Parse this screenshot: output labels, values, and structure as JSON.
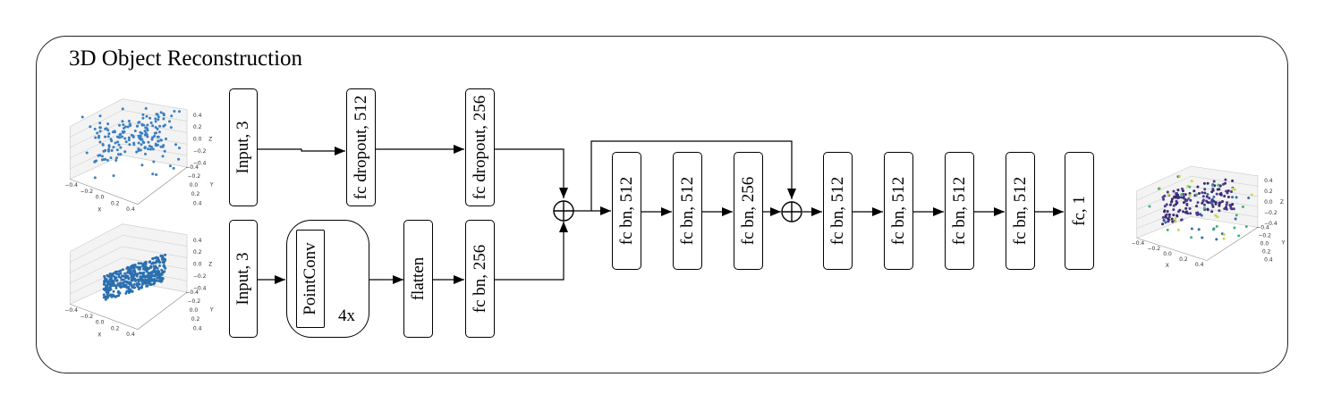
{
  "title": "3D Object Reconstruction",
  "blocks": {
    "input_top": "Input, 3",
    "fc_dropout_512": "fc dropout, 512",
    "fc_dropout_256": "fc dropout, 256",
    "input_bottom": "Input, 3",
    "pointconv": "PointConv",
    "pointconv_repeat": "4x",
    "flatten": "flatten",
    "fc_bn_256_branch": "fc bn, 256",
    "fc_bn_512_a": "fc bn, 512",
    "fc_bn_512_b": "fc bn, 512",
    "fc_bn_256": "fc bn, 256",
    "fc_bn_512_c": "fc bn, 512",
    "fc_bn_512_d": "fc bn, 512",
    "fc_bn_512_e": "fc bn, 512",
    "fc_bn_512_f": "fc bn, 512",
    "fc_1": "fc, 1"
  },
  "operators": {
    "sum_symbol": "⊕"
  },
  "plots": {
    "top_left": {
      "x_ticks": [
        "−0.4",
        "−0.2",
        "0.0",
        "0.2",
        "0.4"
      ],
      "y_ticks": [
        "0.4",
        "0.2",
        "0.0",
        "−0.2",
        "−0.4"
      ],
      "z_ticks": [
        "0.4",
        "0.2",
        "0.0",
        "−0.2",
        "−0.4"
      ],
      "x_label": "X",
      "y_label": "Y",
      "z_label": "Z",
      "point_color": "#3a7fc1"
    },
    "bottom_left": {
      "x_ticks": [
        "−0.4",
        "−0.2",
        "0.0",
        "0.2",
        "0.4"
      ],
      "y_ticks": [
        "0.4",
        "0.2",
        "0.0",
        "−0.2",
        "−0.4"
      ],
      "z_ticks": [
        "0.4",
        "0.2",
        "0.0",
        "−0.2",
        "−0.4"
      ],
      "x_label": "X",
      "y_label": "Y",
      "z_label": "Z",
      "point_color": "#2a6fb0"
    },
    "right": {
      "x_ticks": [
        "−0.4",
        "−0.2",
        "0.0",
        "0.2",
        "0.4"
      ],
      "y_ticks": [
        "0.4",
        "0.2",
        "0.0",
        "−0.2",
        "−0.4"
      ],
      "z_ticks": [
        "0.4",
        "0.2",
        "0.0",
        "−0.2",
        "−0.4"
      ],
      "x_label": "X",
      "y_label": "Y",
      "z_label": "Z",
      "point_colors": [
        "#3b2a6e",
        "#4a3b8f",
        "#2f6fa3",
        "#3fb57a",
        "#c8d84a"
      ]
    }
  }
}
